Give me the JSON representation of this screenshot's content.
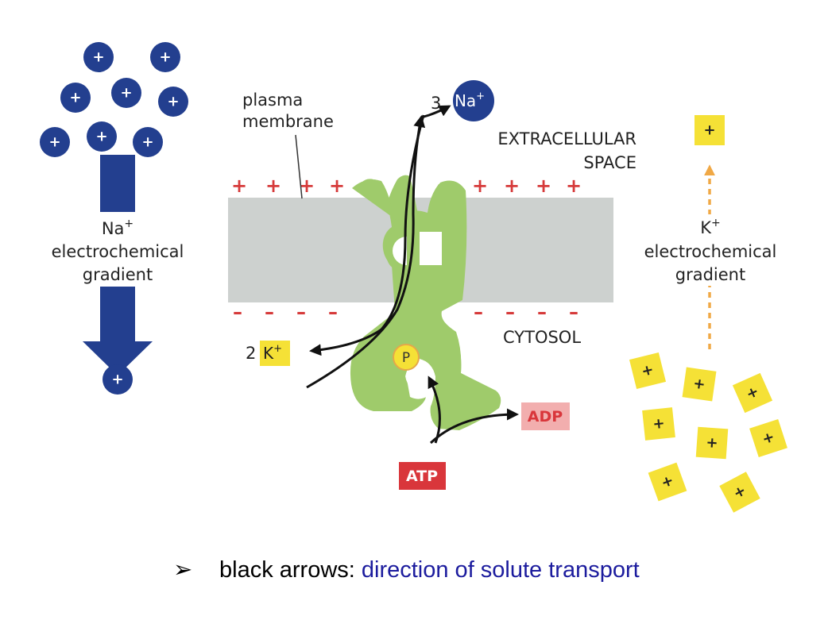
{
  "labels": {
    "plasma_membrane_line1": "plasma",
    "plasma_membrane_line2": "membrane",
    "extracellular_line1": "EXTRACELLULAR",
    "extracellular_line2": "SPACE",
    "cytosol": "CYTOSOL",
    "na_gradient_ion": "Na",
    "na_gradient_line2": "electrochemical",
    "na_gradient_line3": "gradient",
    "k_gradient_ion": "K",
    "k_gradient_line2": "electrochemical",
    "k_gradient_line3": "gradient",
    "three": "3",
    "na_badge": "Na",
    "two": "2",
    "k_badge": "K",
    "superscript_plus": "+",
    "phosphate": "P",
    "atp": "ATP",
    "adp": "ADP",
    "ion_plus": "+",
    "membrane_plus": "+",
    "membrane_minus": "–"
  },
  "caption": {
    "bullet": "➢",
    "part1": "black arrows: ",
    "part2": "direction of solute transport"
  },
  "colors": {
    "sodium": "#233f8f",
    "potassium": "#f5e136",
    "pump": "#9fcb6b",
    "membrane": "#cdd1cf",
    "charge": "#d63a3a",
    "atp": "#d9363b",
    "adp": "#f2aeae",
    "k_arrow": "#f0a845",
    "caption_blue": "#1c1c9e"
  }
}
